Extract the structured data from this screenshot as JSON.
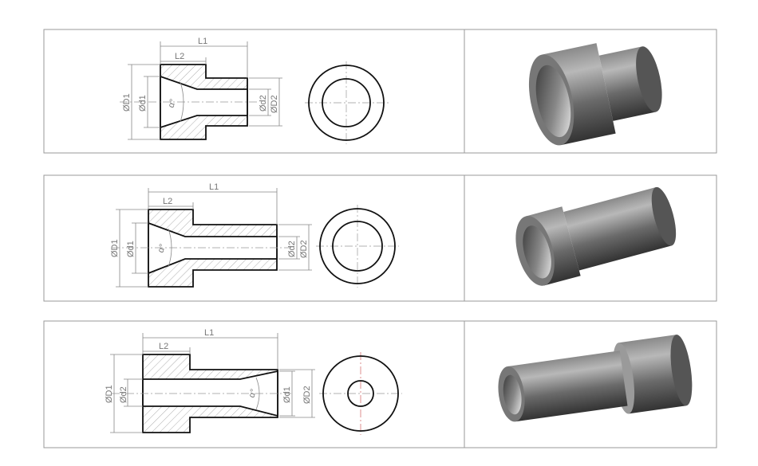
{
  "rows": [
    {
      "name": "reducer-bush-countersunk-large-end",
      "labels": {
        "L1": "L1",
        "L2": "L2",
        "D1": "ØD1",
        "d1": "Ød1",
        "d2": "Ød2",
        "D2": "ØD2",
        "alpha": "α°"
      }
    },
    {
      "name": "reducer-bush-countersunk-long-neck",
      "labels": {
        "L1": "L1",
        "L2": "L2",
        "D1": "ØD1",
        "d1": "Ød1",
        "d2": "Ød2",
        "D2": "ØD2",
        "alpha": "α°"
      }
    },
    {
      "name": "reducer-bush-countersunk-small-end",
      "labels": {
        "L1": "L1",
        "L2": "L2",
        "D1": "ØD1",
        "d2": "Ød2",
        "d1": "Ød1",
        "D2": "ØD2",
        "alpha": "α°"
      }
    }
  ],
  "colors": {
    "border": "#9a9a9a",
    "line": "#111111",
    "hatch": "#999999",
    "metal_light": "#c8c8c8",
    "metal_dark": "#4a4a4a",
    "centerline_red": "#d06060"
  }
}
